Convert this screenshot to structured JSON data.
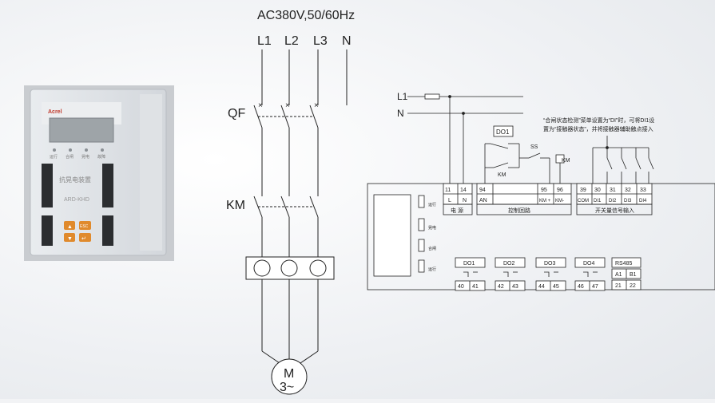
{
  "supply": "AC380V,50/60Hz",
  "phases": [
    "L1",
    "L2",
    "L3",
    "N"
  ],
  "labels": {
    "qf": "QF",
    "km": "KM",
    "motor": "M",
    "motor_phase": "3~"
  },
  "device": {
    "brand": "Acrel",
    "name": "抗晃电装置",
    "model": "ARD-KHD",
    "leds": [
      "运行",
      "合闸",
      "晃电",
      "故障"
    ],
    "keys": [
      "▲",
      "ESC",
      "▼",
      "↵"
    ]
  },
  "wiring": {
    "lines": [
      "L1",
      "N"
    ],
    "note_line1": "“合闸状态检测”菜单设置为“DI”时，可将DI1设",
    "note_line2": "置为“接触器状态”，并将接触器辅助触点接入",
    "do1": "DO1",
    "ss": "SS",
    "km_coil": "KM",
    "km_contact": "KM",
    "power": {
      "terms": [
        "11",
        "14"
      ],
      "names": [
        "L",
        "N"
      ],
      "caption": "电 源"
    },
    "control": {
      "terms": [
        "94",
        "95",
        "96"
      ],
      "names": [
        "AN",
        "KM +",
        "KM-"
      ],
      "caption": "控制回路"
    },
    "inputs": {
      "terms": [
        "39",
        "30",
        "31",
        "32",
        "33"
      ],
      "names": [
        "COM",
        "DI1",
        "DI2",
        "DI3",
        "DI4"
      ],
      "caption": "开关量信号输入"
    },
    "indicators": [
      "运行",
      "晃电",
      "合闸",
      "运行"
    ],
    "outputs": [
      {
        "name": "DO1",
        "terms": [
          "40",
          "41"
        ]
      },
      {
        "name": "DO2",
        "terms": [
          "42",
          "43"
        ]
      },
      {
        "name": "DO3",
        "terms": [
          "44",
          "45"
        ]
      },
      {
        "name": "DO4",
        "terms": [
          "46",
          "47"
        ]
      }
    ],
    "rs485": {
      "name": "RS485",
      "ids": [
        "A1",
        "B1"
      ],
      "terms": [
        "21",
        "22"
      ]
    }
  }
}
